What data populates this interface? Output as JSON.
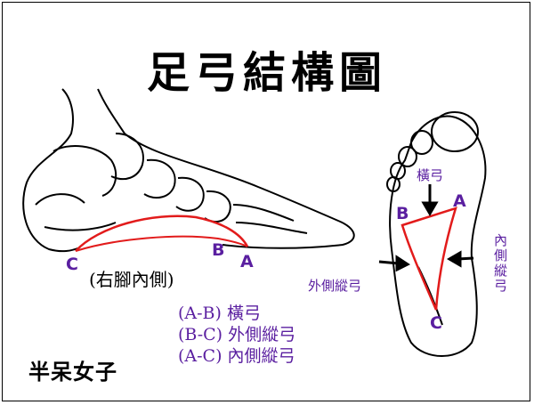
{
  "title": "足弓結構圖",
  "side_view": {
    "caption": "(右腳內側)",
    "points": {
      "a": "A",
      "b": "B",
      "c": "C"
    }
  },
  "sole_view": {
    "points": {
      "a": "A",
      "b": "B",
      "c": "C"
    },
    "label_transverse": "橫弓",
    "label_lateral": "外側縱弓",
    "label_medial": "內側縱弓"
  },
  "legend": [
    "(A-B) 橫弓",
    "(B-C) 外側縱弓",
    "(A-C) 內側縱弓"
  ],
  "brand": "半呆女子",
  "colors": {
    "arch": "#e21b1b",
    "label": "#5a1fa0",
    "ink": "#000000"
  }
}
